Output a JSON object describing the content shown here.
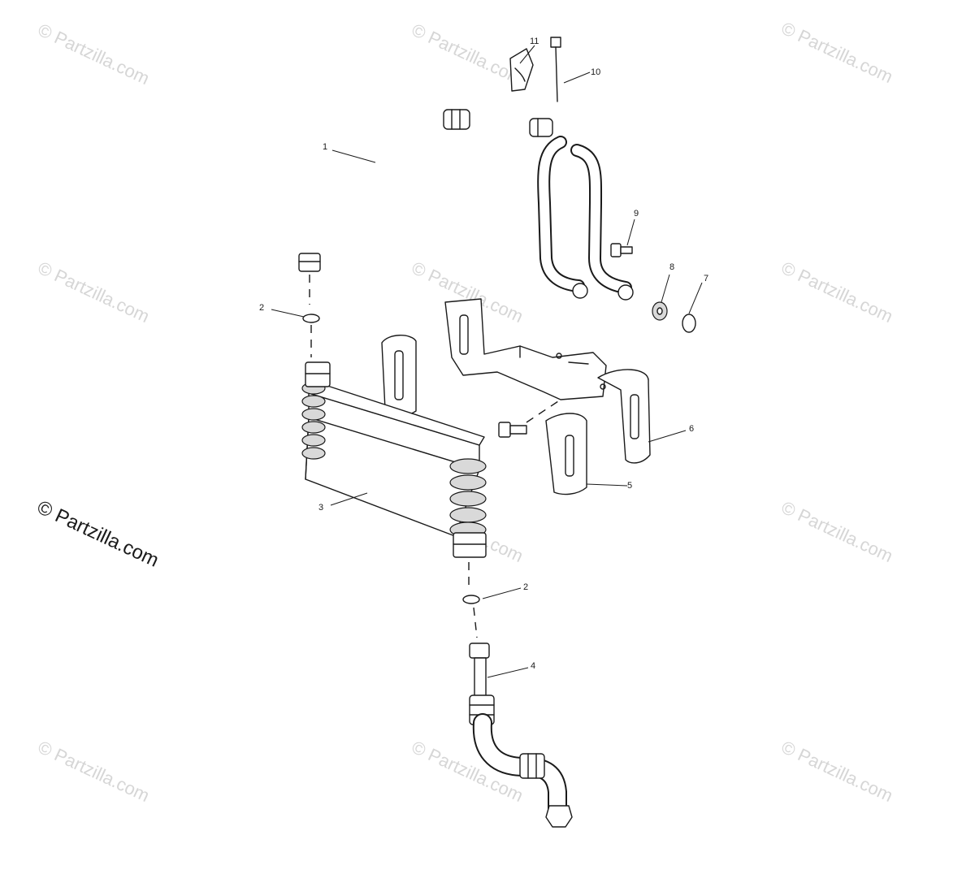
{
  "watermark": {
    "text": "© Partzilla.com",
    "color_faint": "#d6d6d6",
    "color_main": "#1a1a1a"
  },
  "callouts": [
    {
      "id": "c1",
      "label": "1"
    },
    {
      "id": "c2a",
      "label": "2"
    },
    {
      "id": "c2b",
      "label": "2"
    },
    {
      "id": "c3",
      "label": "3"
    },
    {
      "id": "c4",
      "label": "4"
    },
    {
      "id": "c5",
      "label": "5"
    },
    {
      "id": "c6",
      "label": "6"
    },
    {
      "id": "c7",
      "label": "7"
    },
    {
      "id": "c8",
      "label": "8"
    },
    {
      "id": "c9",
      "label": "9"
    },
    {
      "id": "c10",
      "label": "10"
    },
    {
      "id": "c11",
      "label": "11"
    }
  ]
}
